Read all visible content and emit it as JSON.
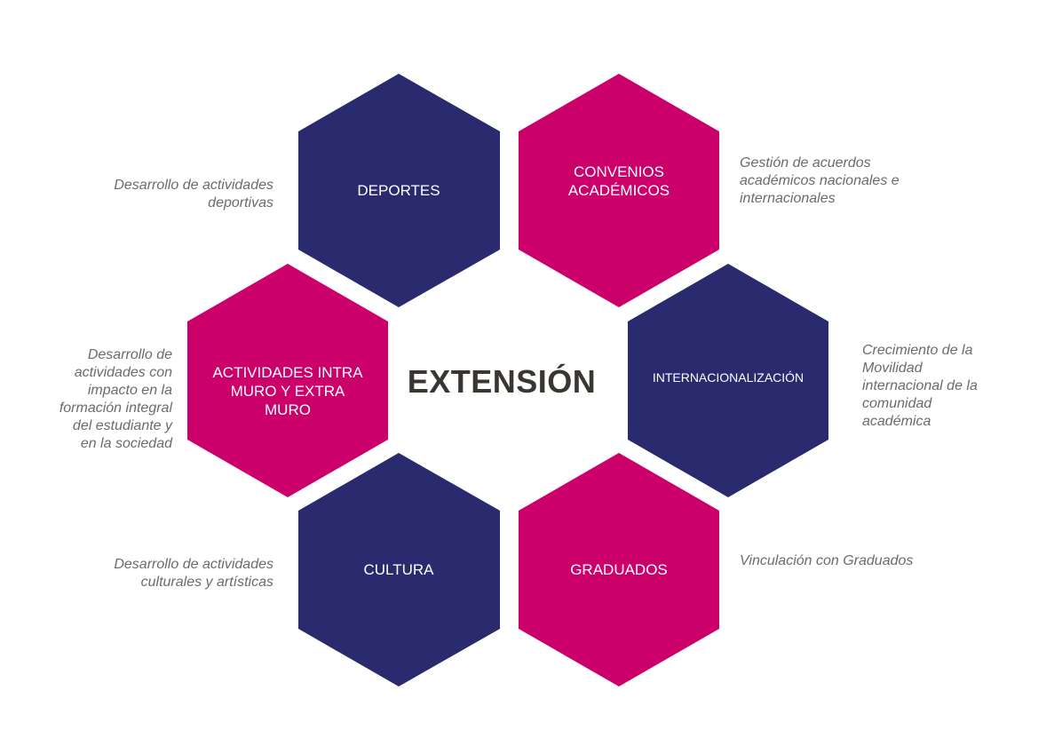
{
  "diagram": {
    "title": "EXTENSIÓN",
    "colors": {
      "navy": "#2a2a6e",
      "magenta": "#cc006b",
      "title_text": "#3a3632",
      "description_text": "#6b6b6b",
      "hex_text": "#ffffff"
    },
    "nodes": [
      {
        "id": "deportes",
        "label": "DEPORTES",
        "color": "navy",
        "description": "Desarrollo de actividades\ndeportivas",
        "description_side": "left"
      },
      {
        "id": "convenios",
        "label": "CONVENIOS\nACADÉMICOS",
        "color": "magenta",
        "description": "Gestión de acuerdos\n académicos nacionales e\ninternacionales",
        "description_side": "right"
      },
      {
        "id": "actividades",
        "label": "ACTIVIDADES INTRA\nMURO Y EXTRA\nMURO",
        "color": "magenta",
        "description": "Desarrollo de\nactividades con\nimpacto en la\nformación integral\ndel estudiante y\nen  la sociedad",
        "description_side": "left"
      },
      {
        "id": "internacionalizacion",
        "label": "INTERNACIONALIZACIÓN",
        "color": "navy",
        "description": "Crecimiento de la\nMovilidad\ninternacional de la\ncomunidad\nacadémica",
        "description_side": "right"
      },
      {
        "id": "cultura",
        "label": "CULTURA",
        "color": "navy",
        "description": "Desarrollo de actividades\nculturales y artísticas",
        "description_side": "left"
      },
      {
        "id": "graduados",
        "label": "GRADUADOS",
        "color": "magenta",
        "description": "Vinculación con Graduados",
        "description_side": "right"
      }
    ]
  }
}
